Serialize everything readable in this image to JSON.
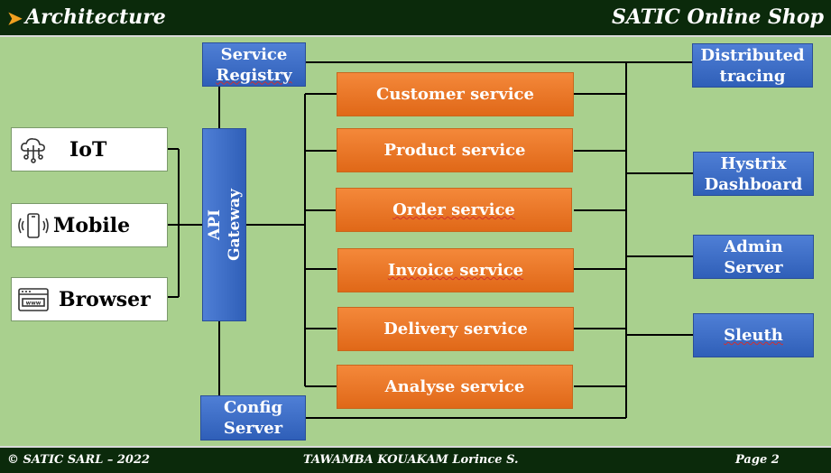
{
  "header": {
    "title_left": "Architecture",
    "title_right": "SATIC Online Shop"
  },
  "footer": {
    "copyright": "© SATIC SARL – 2022",
    "author": "TAWAMBA  KOUAKAM  Lorince  S.",
    "page": "Page 2"
  },
  "clients": [
    {
      "label": "IoT",
      "icon": "iot-cloud-icon"
    },
    {
      "label": "Mobile",
      "icon": "mobile-phone-icon"
    },
    {
      "label": "Browser",
      "icon": "browser-window-icon"
    }
  ],
  "gateway": {
    "line1": "API",
    "line2": "Gateway"
  },
  "service_registry": {
    "line1": "Service",
    "line2": "Registry"
  },
  "config_server": {
    "line1": "Config",
    "line2": "Server"
  },
  "services": [
    "Customer service",
    "Product service",
    "Order service",
    "Invoice service",
    "Delivery service",
    "Analyse service"
  ],
  "tools": [
    {
      "line1": "Distributed",
      "line2": "tracing"
    },
    {
      "line1": "Hystrix",
      "line2": "Dashboard"
    },
    {
      "line1": "Admin",
      "line2": "Server"
    },
    {
      "line1": "Sleuth",
      "line2": ""
    }
  ],
  "colors": {
    "background": "#a9d08e",
    "bar": "#0b2a0b",
    "blue_box": "#3b6cc6",
    "orange_box": "#ed7a2e",
    "arrow": "#f0a020"
  }
}
